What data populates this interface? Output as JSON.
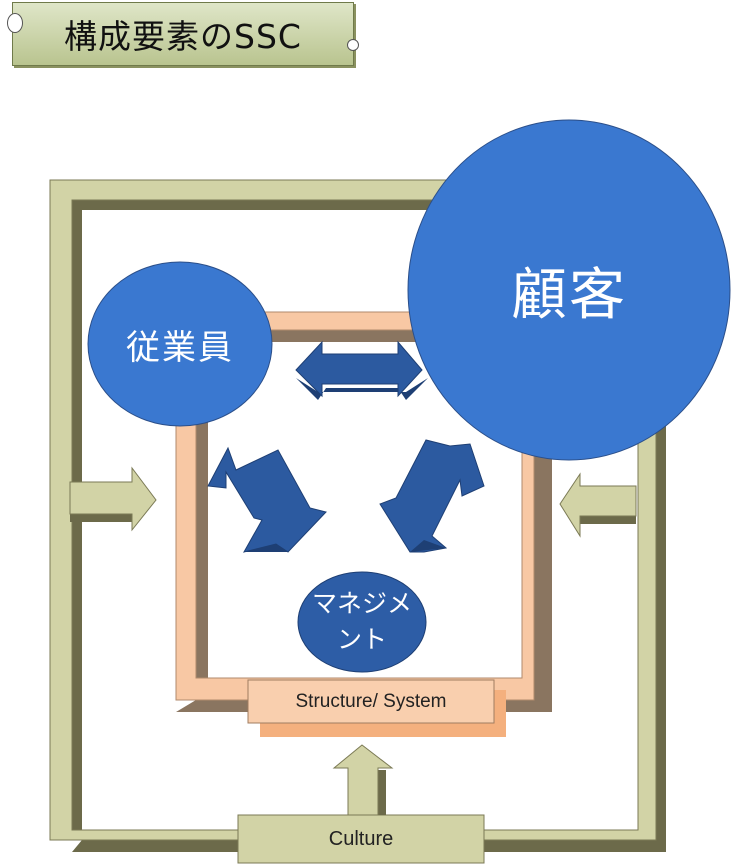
{
  "title": "構成要素のSSC",
  "nodes": {
    "employee": "従業員",
    "customer": "顧客",
    "management": "マネジメント"
  },
  "frames": {
    "structure": "Structure/ System",
    "culture": "Culture"
  },
  "colors": {
    "circle_fill": "#3a78d0",
    "circle_dark": "#2d5da6",
    "arrow_fill": "#2c5aa0",
    "arrow_dark": "#1e3f74",
    "outer_frame": "#d2d3a6",
    "outer_frame_shadow": "#6c6a4a",
    "inner_frame": "#f8c8a4",
    "inner_frame_shadow": "#8a7560",
    "title_bg": "#c8d0a4"
  }
}
